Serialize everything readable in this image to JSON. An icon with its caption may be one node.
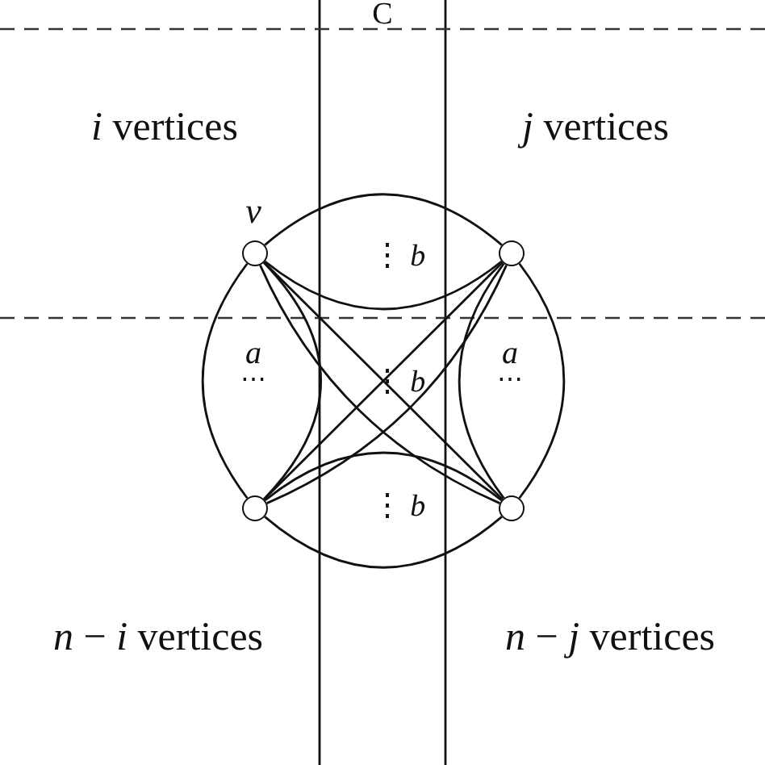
{
  "diagram": {
    "nodes": [
      {
        "text": [],
        "shape": "circle",
        "beside": [
          "v"
        ]
      },
      {
        "text": [],
        "shape": "circle"
      },
      {
        "text": [],
        "shape": "circle"
      },
      {
        "text": [],
        "shape": "circle"
      }
    ],
    "edges": [
      {
        "from": 0,
        "to": 1,
        "arrow": "none"
      },
      {
        "from": 0,
        "to": 1,
        "arrow": "none"
      },
      {
        "from": 0,
        "to": 2,
        "arrow": "none"
      },
      {
        "from": 0,
        "to": 2,
        "arrow": "none"
      },
      {
        "from": 1,
        "to": 3,
        "arrow": "none"
      },
      {
        "from": 1,
        "to": 3,
        "arrow": "none"
      },
      {
        "from": 2,
        "to": 3,
        "arrow": "none"
      },
      {
        "from": 2,
        "to": 3,
        "arrow": "none"
      },
      {
        "from": 0,
        "to": 3,
        "arrow": "none"
      },
      {
        "from": 0,
        "to": 3,
        "arrow": "none"
      },
      {
        "from": 1,
        "to": 2,
        "arrow": "none"
      },
      {
        "from": 1,
        "to": 2,
        "arrow": "none"
      }
    ],
    "labels": [
      "C",
      "*i* vertices",
      "*j* vertices",
      "⋮ *b*",
      "*a*",
      "⋯",
      "⋮ *b*",
      "*a*",
      "⋯",
      "⋮ *b*",
      "*n* − *i* vertices",
      "*n* − *j* vertices"
    ]
  }
}
